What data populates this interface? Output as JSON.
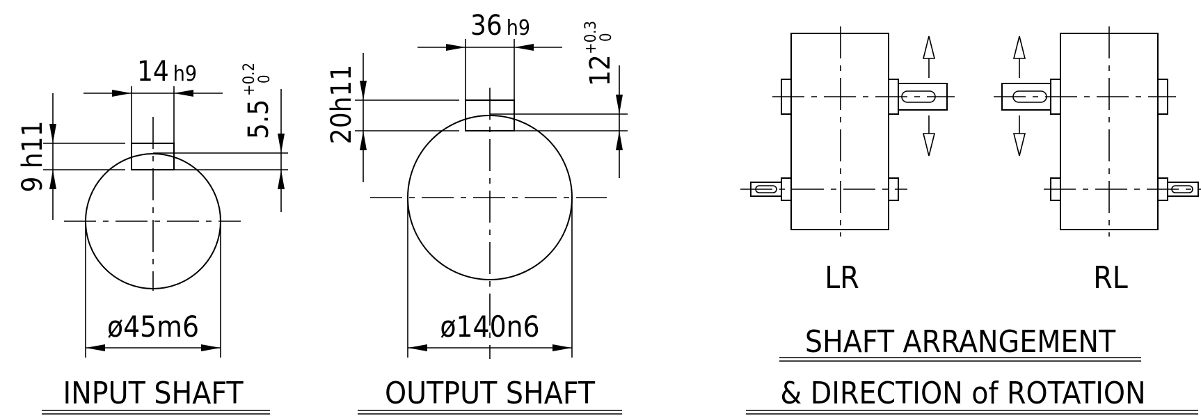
{
  "input_shaft": {
    "title": "INPUT SHAFT",
    "diameter": "ø45m6",
    "key_width_base": "14",
    "key_width_tol": "h9",
    "key_height": "9 h11",
    "key_depth_base": "5.5",
    "key_depth_tol_upper": "+0.2",
    "key_depth_tol_lower": "0"
  },
  "output_shaft": {
    "title": "OUTPUT SHAFT",
    "diameter": "ø140n6",
    "key_width_base": "36",
    "key_width_tol": "h9",
    "key_height": "20h11",
    "key_depth_base": "12",
    "key_depth_tol_upper": "+0.3",
    "key_depth_tol_lower": "0"
  },
  "arrangement": {
    "title_line1": "SHAFT ARRANGEMENT",
    "title_line2": "& DIRECTION of ROTATION",
    "left_label": "LR",
    "right_label": "RL"
  }
}
